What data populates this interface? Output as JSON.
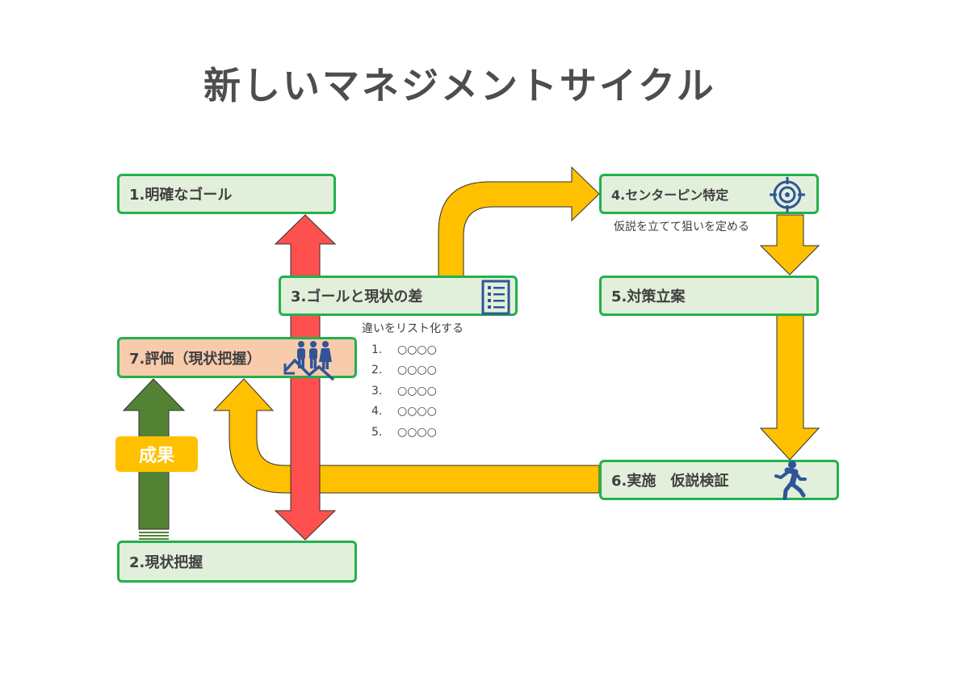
{
  "title": "新しいマネジメントサイクル",
  "boxes": {
    "goal": "1.明確なゴール",
    "current": "2.現状把握",
    "gap": "3.ゴールと現状の差",
    "centerpin": "4.センターピン特定",
    "measures": "5.対策立案",
    "execute": "6.実施　仮説検証",
    "evaluate": "7.評価（現状把握）"
  },
  "notes": {
    "hypothesis": "仮説を立てて狙いを定める",
    "list_heading": "違いをリスト化する"
  },
  "list_items": [
    {
      "num": "1.",
      "text": "○○○○"
    },
    {
      "num": "2.",
      "text": "○○○○"
    },
    {
      "num": "3.",
      "text": "○○○○"
    },
    {
      "num": "4.",
      "text": "○○○○"
    },
    {
      "num": "5.",
      "text": "○○○○"
    }
  ],
  "badge": "成果",
  "colors": {
    "box_fill": "#e2efda",
    "box_border": "#22b14c",
    "eval_fill": "#f8cbad",
    "arrow_yellow": "#ffc000",
    "arrow_red": "#ff5050",
    "arrow_green": "#548235",
    "icon_blue": "#2f5597"
  },
  "icons": [
    "target-icon",
    "checklist-icon",
    "running-person-icon",
    "team-growth-icon"
  ]
}
